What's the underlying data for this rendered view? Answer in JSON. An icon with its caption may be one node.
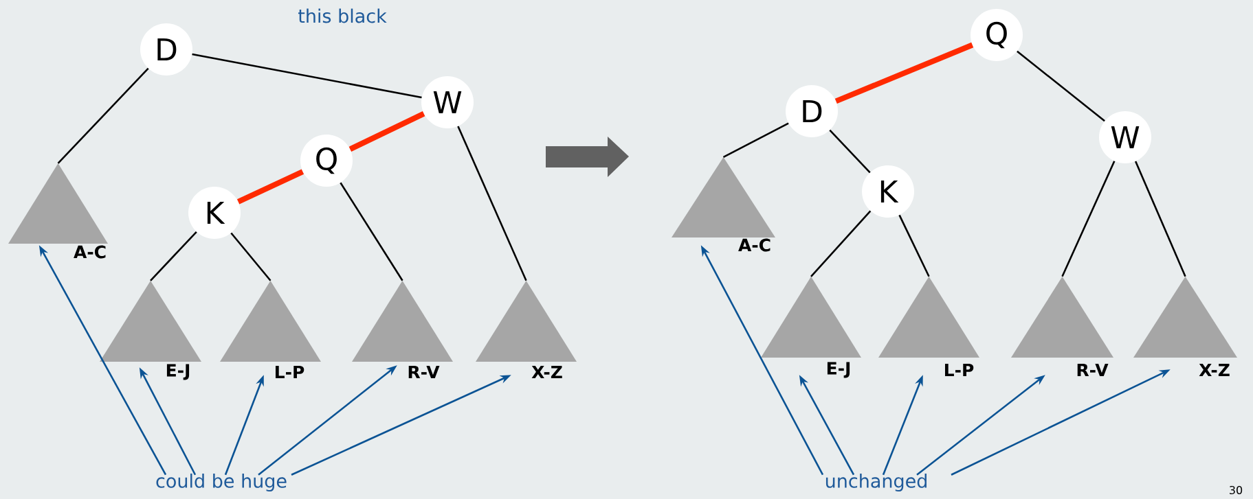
{
  "diagram": {
    "nodes": [
      {
        "text": [
          "D"
        ]
      },
      {
        "text": [
          "W"
        ]
      },
      {
        "text": [
          "Q"
        ]
      },
      {
        "text": [
          "K"
        ]
      },
      {
        "text": [
          "A-C"
        ]
      },
      {
        "text": [
          "E-J"
        ]
      },
      {
        "text": [
          "L-P"
        ]
      },
      {
        "text": [
          "R-V"
        ]
      },
      {
        "text": [
          "X-Z"
        ]
      },
      {
        "text": [
          "could be huge"
        ]
      },
      {
        "text": [
          "Q"
        ]
      },
      {
        "text": [
          "D"
        ]
      },
      {
        "text": [
          "W"
        ]
      },
      {
        "text": [
          "K"
        ]
      },
      {
        "text": [
          "A-C"
        ]
      },
      {
        "text": [
          "E-J"
        ]
      },
      {
        "text": [
          "L-P"
        ]
      },
      {
        "text": [
          "R-V"
        ]
      },
      {
        "text": [
          "X-Z"
        ]
      },
      {
        "text": [
          "unchanged"
        ]
      }
    ],
    "edges": [
      {
        "from": 0,
        "to": 4,
        "arrow": "none"
      },
      {
        "from": 0,
        "to": 1,
        "arrow": "none"
      },
      {
        "from": 1,
        "to": 2,
        "arrow": "none",
        "style": "thick",
        "color": "#ff2a00"
      },
      {
        "from": 2,
        "to": 3,
        "arrow": "none",
        "style": "thick",
        "color": "#ff2a00"
      },
      {
        "from": 3,
        "to": 5,
        "arrow": "none"
      },
      {
        "from": 3,
        "to": 6,
        "arrow": "none"
      },
      {
        "from": 2,
        "to": 7,
        "arrow": "none"
      },
      {
        "from": 1,
        "to": 8,
        "arrow": "none"
      },
      {
        "from": 9,
        "to": 4,
        "arrow": "to",
        "color": "#0b5394"
      },
      {
        "from": 9,
        "to": 5,
        "arrow": "to",
        "color": "#0b5394"
      },
      {
        "from": 9,
        "to": 6,
        "arrow": "to",
        "color": "#0b5394"
      },
      {
        "from": 9,
        "to": 7,
        "arrow": "to",
        "color": "#0b5394"
      },
      {
        "from": 9,
        "to": 8,
        "arrow": "to",
        "color": "#0b5394"
      },
      {
        "from": 10,
        "to": 11,
        "arrow": "none",
        "style": "thick",
        "color": "#ff2a00"
      },
      {
        "from": 10,
        "to": 12,
        "arrow": "none"
      },
      {
        "from": 11,
        "to": 14,
        "arrow": "none"
      },
      {
        "from": 11,
        "to": 13,
        "arrow": "none"
      },
      {
        "from": 13,
        "to": 15,
        "arrow": "none"
      },
      {
        "from": 13,
        "to": 16,
        "arrow": "none"
      },
      {
        "from": 12,
        "to": 17,
        "arrow": "none"
      },
      {
        "from": 12,
        "to": 18,
        "arrow": "none"
      },
      {
        "from": 19,
        "to": 14,
        "arrow": "to",
        "color": "#0b5394"
      },
      {
        "from": 19,
        "to": 15,
        "arrow": "to",
        "color": "#0b5394"
      },
      {
        "from": 19,
        "to": 16,
        "arrow": "to",
        "color": "#0b5394"
      },
      {
        "from": 19,
        "to": 17,
        "arrow": "to",
        "color": "#0b5394"
      },
      {
        "from": 19,
        "to": 18,
        "arrow": "to",
        "color": "#0b5394"
      }
    ],
    "labels": [
      "this black",
      "30"
    ]
  }
}
